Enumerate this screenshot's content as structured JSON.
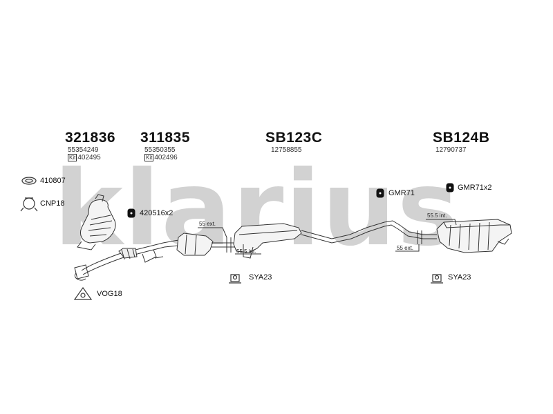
{
  "watermark": "klarius",
  "parts": {
    "p321836": {
      "number": "321836",
      "oe": "55354249",
      "kit_tag": "Kit",
      "kit": "402495"
    },
    "p311835": {
      "number": "311835",
      "oe": "55350355",
      "kit_tag": "Kit",
      "kit": "402496"
    },
    "sb123c": {
      "number": "SB123C",
      "oe": "12758855"
    },
    "sb124b": {
      "number": "SB124B",
      "oe": "12790737"
    }
  },
  "accessories": {
    "a410807": "410807",
    "cnp18": "CNP18",
    "a420516": "420516x2",
    "vog18": "VOG18",
    "sya23_left": "SYA23",
    "sya23_right": "SYA23",
    "gmr71": "GMR71",
    "gmr71x2": "GMR71x2"
  },
  "dimensions": {
    "d55ext_left": "55 ext.",
    "d555int_mid": "55.5 int.",
    "d555int_right": "55.5 int.",
    "d55ext_right": "55 ext."
  }
}
